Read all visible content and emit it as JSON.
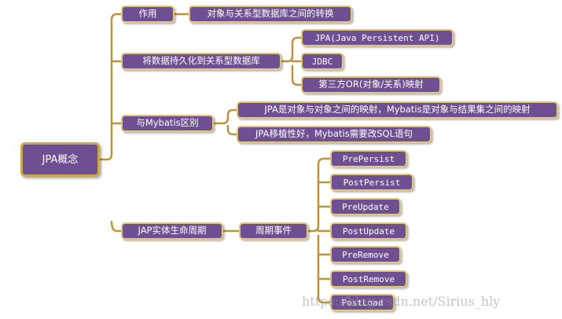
{
  "diagram": {
    "root": {
      "label": "JPA概念"
    },
    "branches": {
      "purpose": {
        "label": "作用",
        "children": [
          "对象与关系型数据库之间的转换"
        ]
      },
      "persist": {
        "label": "将数据持久化到关系型数据库",
        "children": [
          "JPA(Java Persistent API)",
          "JDBC",
          "第三方OR(对象/关系)映射"
        ]
      },
      "mybatis": {
        "label": "与Mybatis区别",
        "children": [
          "JPA是对象与对象之间的映射，Mybatis是对象与结果集之间的映射",
          "JPA移植性好，Mybatis需要改SQL语句"
        ]
      },
      "lifecycle": {
        "label": "JAP实体生命周期",
        "sub": {
          "label": "周期事件",
          "children": [
            "PrePersist",
            "PostPersist",
            "PreUpdate",
            "PostUpdate",
            "PreRemove",
            "PostRemove",
            "PostLoad"
          ]
        }
      }
    }
  },
  "watermark": "https://blog.csdn.net/Sirius_hly",
  "colors": {
    "node_fill": "#6e4f92",
    "node_border": "#e0c77a",
    "connector": "#b8953a",
    "text": "#ffffff"
  }
}
